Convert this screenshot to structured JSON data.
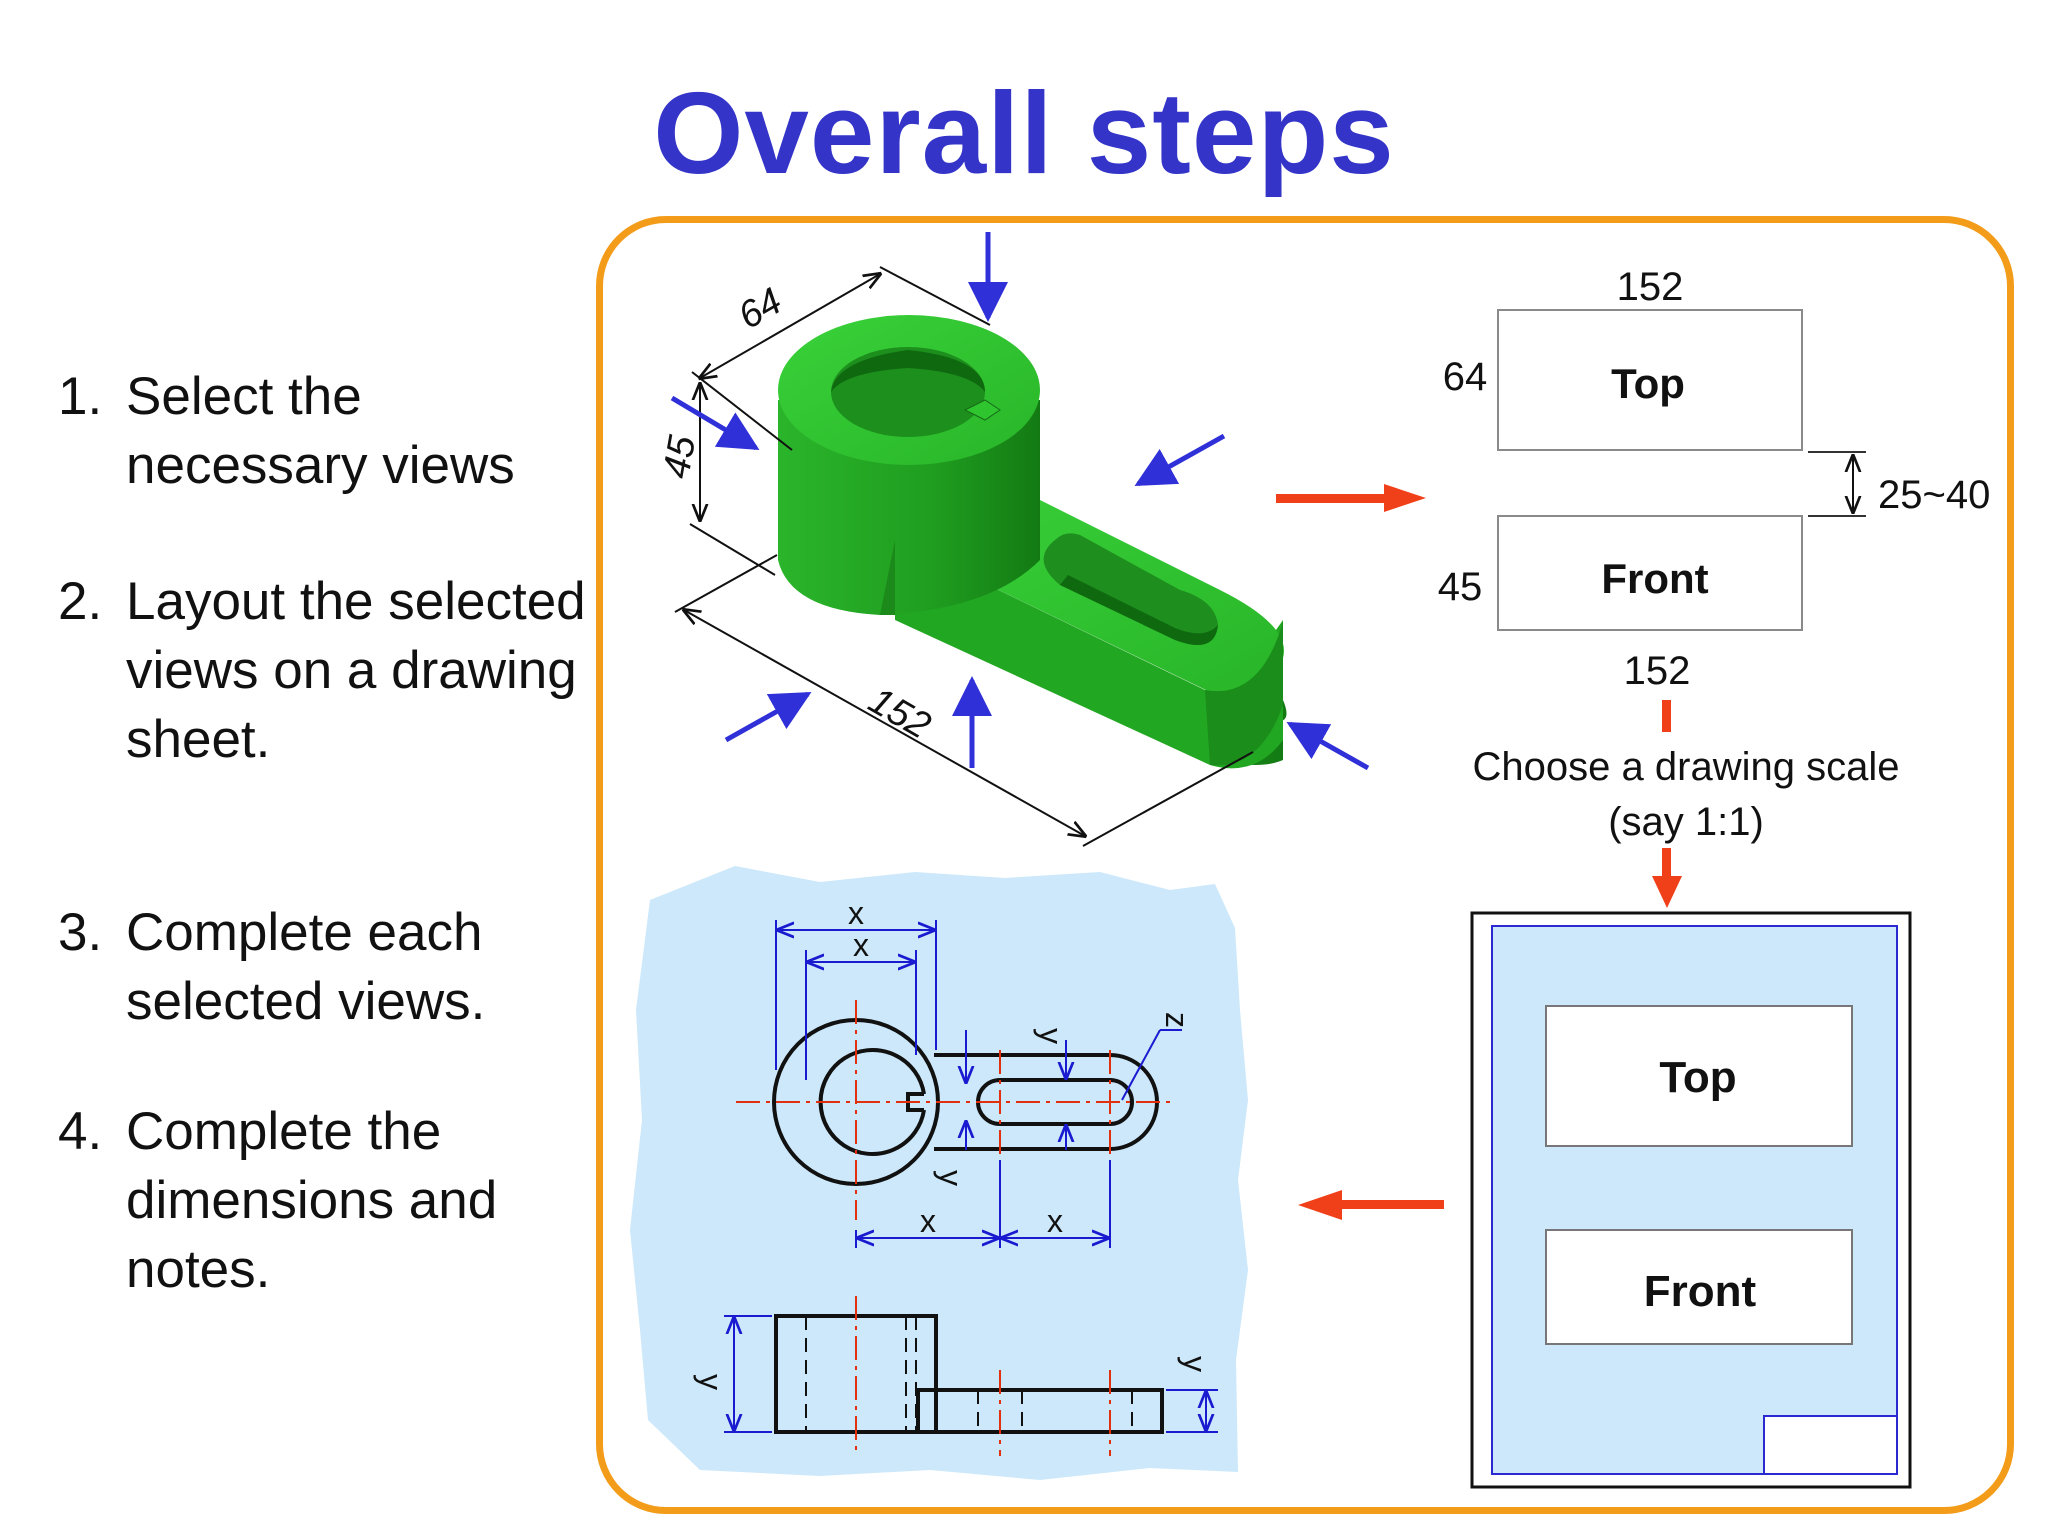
{
  "title": "Overall steps",
  "steps": [
    {
      "number": "1.",
      "text": "Select the necessary views"
    },
    {
      "number": "2.",
      "text": "Layout the selected views on a drawing sheet."
    },
    {
      "number": "3.",
      "text": "Complete each selected views."
    },
    {
      "number": "4.",
      "text": "Complete the dimensions and notes."
    }
  ],
  "iso_dims": {
    "width": "64",
    "height": "45",
    "length": "152"
  },
  "layout": {
    "top_width": "152",
    "top_depth": "64",
    "top_label": "Top",
    "gap": "25~40",
    "front_height": "45",
    "front_label": "Front",
    "front_width": "152"
  },
  "scale_note": {
    "line1": "Choose a drawing scale",
    "line2": "(say 1:1)"
  },
  "sheet": {
    "top_label": "Top",
    "front_label": "Front"
  },
  "sketch_dims": {
    "x": "x",
    "y": "y",
    "z": "z"
  },
  "colors": {
    "title": "#3434c8",
    "frame": "#f39c1a",
    "arrow_red": "#f0401a",
    "arrow_blue": "#3030d8",
    "model_green": "#2fc52f",
    "sheet_blue": "#cce8fa",
    "dim_blue": "#1a1ad0",
    "center_red": "#e03010"
  }
}
